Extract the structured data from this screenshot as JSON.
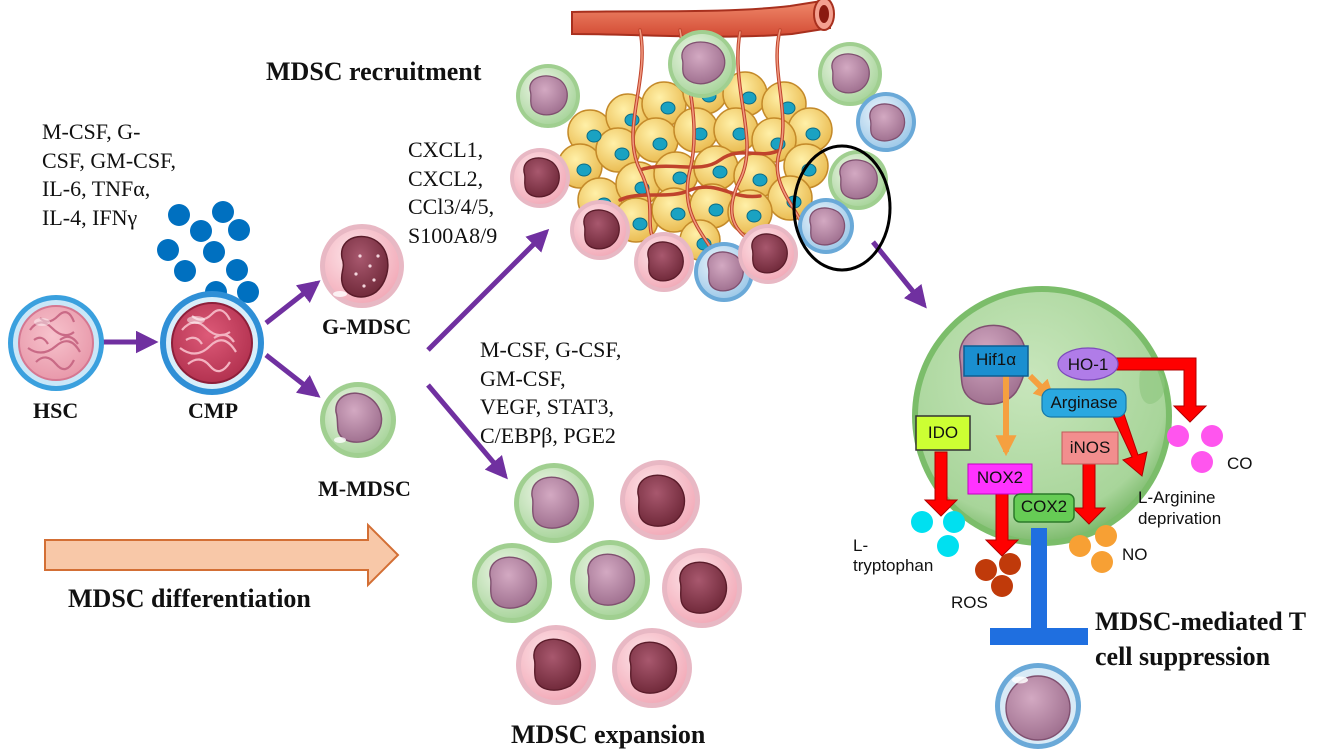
{
  "labels": {
    "mdsc_recruitment": "MDSC recruitment",
    "hsc": "HSC",
    "cmp": "CMP",
    "g_mdsc": "G-MDSC",
    "m_mdsc": "M-MDSC",
    "mdsc_differentiation": "MDSC differentiation",
    "mdsc_expansion": "MDSC expansion",
    "suppression_line1": "MDSC-mediated T",
    "suppression_line2": "cell suppression"
  },
  "factors": {
    "differentiation": [
      "M-CSF, G-",
      "CSF, GM-CSF,",
      "IL-6, TNFα,",
      "IL-4, IFNγ"
    ],
    "recruitment": [
      "CXCL1,",
      "CXCL2,",
      "CCl3/4/5,",
      "S100A8/9"
    ],
    "expansion": [
      "M-CSF, G-CSF,",
      "GM-CSF,",
      "VEGF, STAT3,",
      "C/EBPβ, PGE2"
    ]
  },
  "mechanism": {
    "hif1a": "Hif1α",
    "ho1": "HO-1",
    "arginase": "Arginase",
    "ido": "IDO",
    "inos": "iNOS",
    "nox2": "NOX2",
    "cox2": "COX2",
    "co": "CO",
    "l_arginine_1": "L-Arginine",
    "l_arginine_2": "deprivation",
    "no": "NO",
    "ros": "ROS",
    "l_tryptophan_1": "L-",
    "l_tryptophan_2": "tryptophan"
  },
  "colors": {
    "arrow_purple": "#7030a0",
    "arrow_red": "#ff0000",
    "inhibition_blue": "#1f6fe0",
    "cytokine_dots": "#0070c0",
    "differentiation_arrow": "#f8c8a8",
    "differentiation_arrow_border": "#d36f35",
    "hif1a_box": "#1a8fd0",
    "ho1_box": "#b07ce8",
    "arginase_box": "#2aa8e0",
    "ido_box": "#ccff33",
    "inos_box": "#f28e8e",
    "nox2_box": "#ff33ff",
    "cox2_box": "#66cc55",
    "co_dots": "#ff55ee",
    "no_dots": "#f7a034",
    "ros_dots": "#c03a0a",
    "tryptophan_dots": "#00e0f0"
  }
}
